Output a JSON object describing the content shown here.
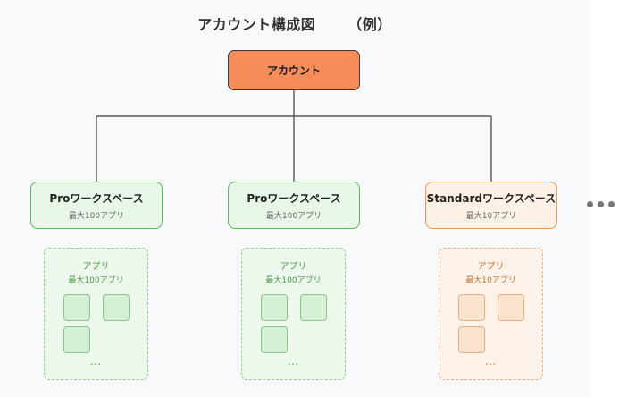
{
  "diagram": {
    "title_main": "アカウント構成図",
    "title_suffix": "（例）",
    "account": {
      "label": "アカウント"
    },
    "workspaces": [
      {
        "name": "Proワークスペース",
        "limit": "最大100アプリ",
        "app_label": "アプリ",
        "app_limit": "最大100アプリ",
        "app_more": "…"
      },
      {
        "name": "Proワークスペース",
        "limit": "最大100アプリ",
        "app_label": "アプリ",
        "app_limit": "最大100アプリ",
        "app_more": "…"
      },
      {
        "name": "Standardワークスペース",
        "limit": "最大10アプリ",
        "app_label": "アプリ",
        "app_limit": "最大10アプリ",
        "app_more": "…"
      }
    ],
    "more_workspaces_icon": "more-horizontal-icon",
    "colors": {
      "account_fill": "#f58c5a",
      "pro_border": "#5cb85c",
      "pro_fill": "#e8f6e9",
      "standard_border": "#ef9a4e",
      "standard_fill": "#fdf0e4",
      "connector": "#3c3c3c"
    }
  }
}
